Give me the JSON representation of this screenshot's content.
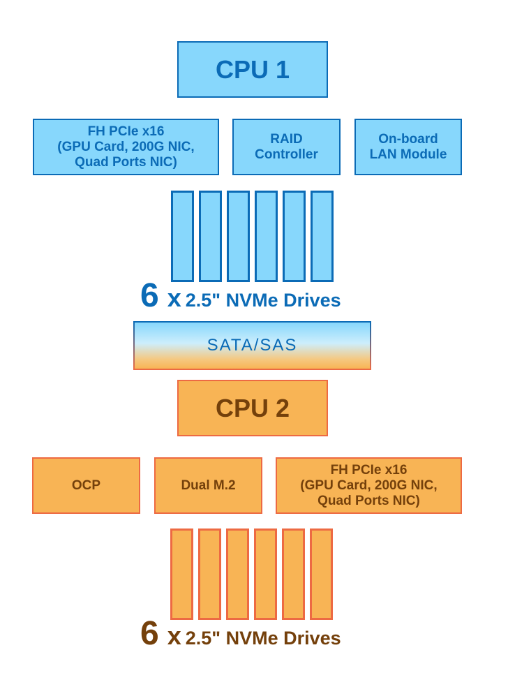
{
  "cpu1": {
    "title": "CPU 1",
    "modules": [
      {
        "label": "FH PCIe x16\n(GPU Card, 200G NIC,\nQuad Ports NIC)"
      },
      {
        "label": "RAID\nController"
      },
      {
        "label": "On-board\nLAN Module"
      }
    ],
    "drives": {
      "count": "6",
      "x": "x",
      "description": "2.5\" NVMe Drives",
      "bay_count": 6
    }
  },
  "interconnect": {
    "label": "SATA/SAS"
  },
  "cpu2": {
    "title": "CPU 2",
    "modules": [
      {
        "label": "OCP"
      },
      {
        "label": "Dual M.2"
      },
      {
        "label": "FH PCIe x16\n(GPU Card, 200G NIC,\nQuad Ports NIC)"
      }
    ],
    "drives": {
      "count": "6",
      "x": "x",
      "description": "2.5\" NVMe Drives",
      "bay_count": 6
    }
  },
  "colors": {
    "cpu1_fill": "#87d7fc",
    "cpu1_stroke": "#0b6bb6",
    "cpu2_fill": "#f8b455",
    "cpu2_stroke": "#ed6a43",
    "cpu2_text": "#74400b"
  }
}
